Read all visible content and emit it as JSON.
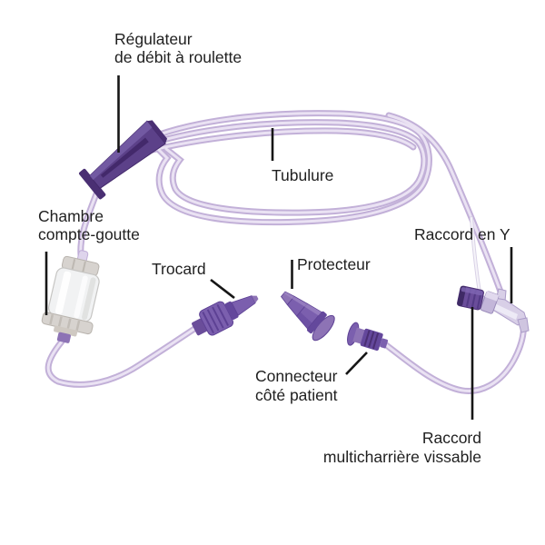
{
  "figure": {
    "type": "labeled-diagram",
    "subject": "Perfuseur / set de perfusion (tubulure violette) avec légendes",
    "background": "#ffffff",
    "labels": {
      "regulator": {
        "line1": "Régulateur",
        "line2": "de débit à roulette"
      },
      "tubing": {
        "line1": "Tubulure"
      },
      "drip_chamber": {
        "line1": "Chambre",
        "line2": "compte-goutte"
      },
      "trocar": {
        "line1": "Trocard"
      },
      "protector": {
        "line1": "Protecteur"
      },
      "y_connector": {
        "line1": "Raccord en Y"
      },
      "patient_connector": {
        "line1": "Connecteur",
        "line2": "côté patient"
      },
      "screw_multichannel_connector": {
        "line1": "Raccord",
        "line2": "multicharrière vissable"
      }
    },
    "colors": {
      "tubing_outline": "#c2b0d8",
      "tubing_highlight": "#eee8f6",
      "clamp_dark_purple": "#5c4189",
      "clamp_shadow": "#43296b",
      "connector_purple": "#7b5fae",
      "connector_purple_light": "#8d73b5",
      "connector_purple_dark": "#64489c",
      "cap_deep_purple": "#6a4d9a",
      "chamber_cap_gray": "#d7d3cf",
      "chamber_body": "#f1f2f3",
      "y_body_clear": "#d8cfe7",
      "pointer_line": "#161616",
      "label_text": "#1f1f1f"
    }
  }
}
